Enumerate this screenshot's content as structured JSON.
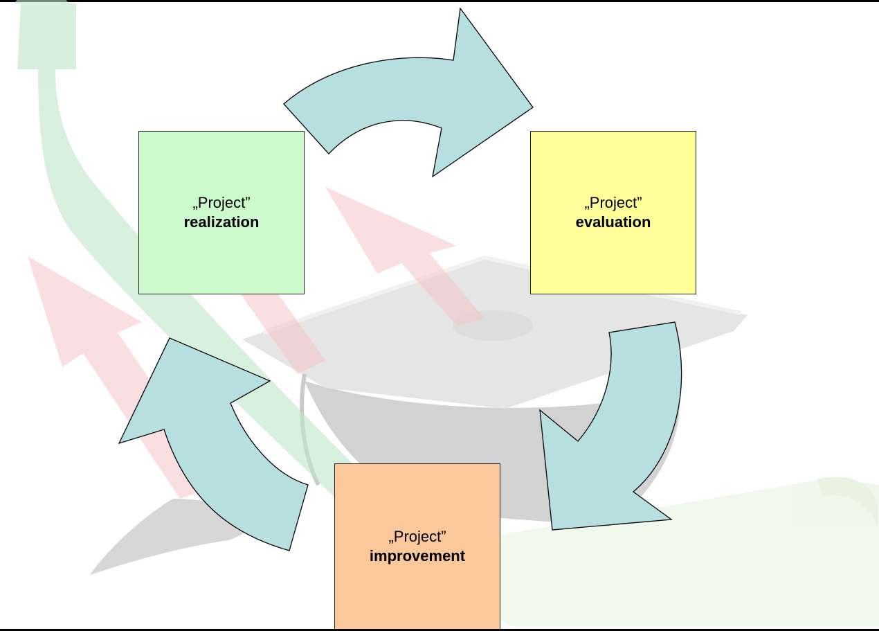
{
  "diagram": {
    "colors": {
      "arrow_fill": "#b8dfe0",
      "realization_fill": "#ccfacc",
      "evaluation_fill": "#ffff99",
      "improvement_fill": "#fac89b",
      "background_green": "#bfe8cf",
      "background_red": "#f7c3c6",
      "background_cap": "#c4c4c4"
    },
    "background_picture": "graduation-cap-and-diploma-with-rising-arrows",
    "boxes": {
      "realization": {
        "line1": "„Project”",
        "line2": "realization"
      },
      "evaluation": {
        "line1": "„Project”",
        "line2": "evaluation"
      },
      "improvement": {
        "line1": "„Project”",
        "line2": "improvement"
      }
    },
    "cycle": [
      "realization",
      "evaluation",
      "improvement"
    ]
  }
}
